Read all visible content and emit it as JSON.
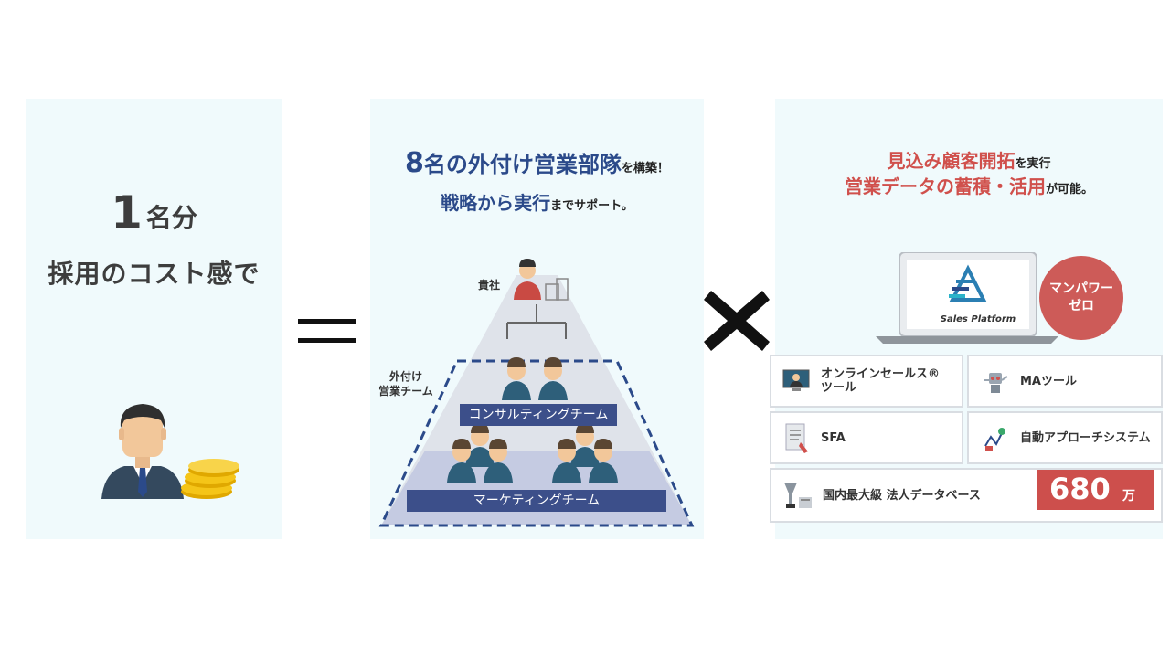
{
  "left_panel": {
    "count": "1",
    "count_unit": "名分",
    "subtitle": "採用のコスト感で"
  },
  "operators": {
    "equals": "equals-icon",
    "times": "times-icon"
  },
  "middle_panel": {
    "headline_num": "8",
    "headline_main": "名の外付け営業部隊",
    "headline_suffix": "を構築！",
    "subline_main": "戦略から実行",
    "subline_suffix": "までサポート。",
    "label_client": "貴社",
    "label_team_line1": "外付け",
    "label_team_line2": "営業チーム",
    "consulting_team": "コンサルティングチーム",
    "marketing_team": "マーケティングチーム"
  },
  "right_panel": {
    "line1_main": "見込み顧客開拓",
    "line1_suffix": "を実行",
    "line2_main": "営業データの蓄積・活用",
    "line2_suffix": "が可能。",
    "platform_name": "Sales Platform",
    "circle_line1": "マンパワー",
    "circle_line2": "ゼロ",
    "tiles": {
      "online_sales_line1": "オンラインセールス®",
      "online_sales_line2": "ツール",
      "ma_tool": "MAツール",
      "sfa": "SFA",
      "auto_approach": "自動アプローチシステム",
      "database": "国内最大級 法人データベース"
    },
    "database_count": "680",
    "database_unit": "万"
  },
  "colors": {
    "panel_bg": "#f0fafc",
    "navy": "#2b4a8a",
    "accent_red": "#cd5b58",
    "team_bar": "#3c4f8a"
  }
}
